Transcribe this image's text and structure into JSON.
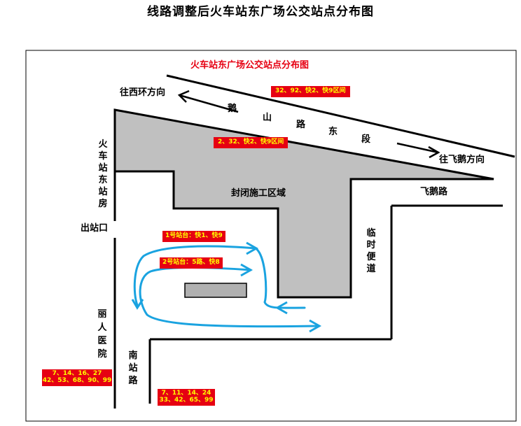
{
  "page_title": "线路调整后火车站东广场公交站点分布图",
  "map_title": "火车站东广场公交站点分布图",
  "labels": {
    "to_west_ring": "往西环方向",
    "to_feie": "往飞鹅方向",
    "road_east_chars": [
      "鹅",
      "山",
      "路",
      "东",
      "段"
    ],
    "closed_area": "封闭施工区域",
    "feie_road": "飞鹅路",
    "station_building": "火车站东站房",
    "exit": "出站口",
    "temp_road": "临时便道",
    "liren_hospital": "丽人医院",
    "south_station_road": "南站路"
  },
  "route_tags": {
    "top_right": "32、92、快2、快9区间",
    "top_mid": "2、32、快2、快9区间",
    "platform1": "1号站台：快1、快9",
    "platform2": "2号站台：5路、快8",
    "bottom_left_line1": "7、14、16、27",
    "bottom_left_line2": "42、53、68、90、99",
    "bottom_mid_line1": "7、11、14、24",
    "bottom_mid_line2": "33、42、65、99"
  },
  "colors": {
    "tag_bg": "#e60012",
    "tag_text": "#ffff00",
    "closed_fill": "#c0c0c0",
    "route_line": "#1aa3e0"
  }
}
